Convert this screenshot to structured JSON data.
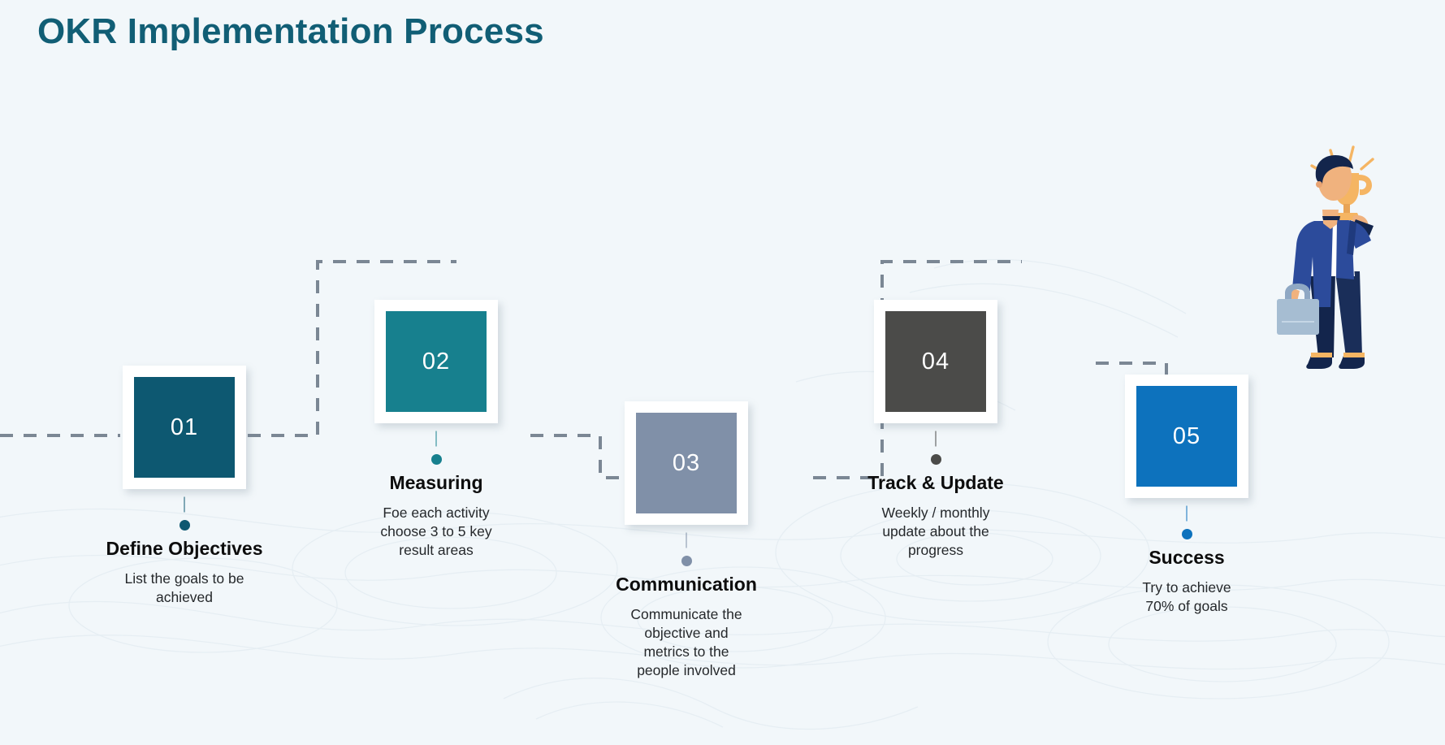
{
  "slide": {
    "title": "OKR Implementation Process",
    "title_color": "#115e75",
    "background_color": "#f2f7fa",
    "connector_color": "#7b8794"
  },
  "steps": [
    {
      "number": "01",
      "title": "Define Objectives",
      "desc": "List the goals to be\nachieved",
      "color": "#0d5871"
    },
    {
      "number": "02",
      "title": "Measuring",
      "desc": "Foe each activity\nchoose 3 to 5 key\nresult areas",
      "color": "#17808e"
    },
    {
      "number": "03",
      "title": "Communication",
      "desc": "Communicate the\nobjective and\nmetrics to the\npeople involved",
      "color": "#8090a8"
    },
    {
      "number": "04",
      "title": "Track & Update",
      "desc": "Weekly / monthly\nupdate about the\nprogress",
      "color": "#4b4b49"
    },
    {
      "number": "05",
      "title": "Success",
      "desc": "Try to achieve\n70% of goals",
      "color": "#0d72bd"
    }
  ],
  "illustration": {
    "name": "businessman-holding-trophy",
    "trophy_color": "#f5b563",
    "jacket_color": "#2c4b9b",
    "trousers_color": "#13254c",
    "briefcase_color": "#aec4d8",
    "skin_color": "#f0b27e"
  }
}
